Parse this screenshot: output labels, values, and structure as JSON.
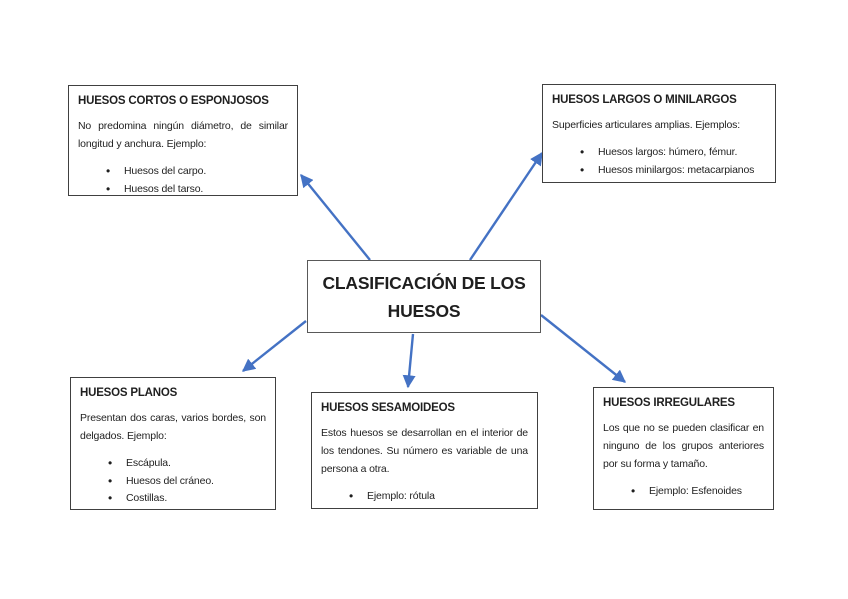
{
  "center_box": {
    "title": "CLASIFICACIÓN DE LOS HUESOS"
  },
  "boxes": {
    "cortos": {
      "title": "HUESOS CORTOS O ESPONJOSOS",
      "description": "No predomina ningún diámetro, de similar longitud y anchura. Ejemplo:",
      "bullets": [
        "Huesos del carpo.",
        "Huesos del tarso."
      ]
    },
    "largos": {
      "title": "HUESOS LARGOS O MINILARGOS",
      "description": "Superficies articulares amplias. Ejemplos:",
      "bullets": [
        "Huesos largos: húmero, fémur.",
        "Huesos minilargos: metacarpianos"
      ]
    },
    "planos": {
      "title": "HUESOS PLANOS",
      "description": "Presentan dos caras, varios bordes, son delgados. Ejemplo:",
      "bullets": [
        "Escápula.",
        "Huesos del cráneo.",
        "Costillas."
      ]
    },
    "sesamoideos": {
      "title": "HUESOS SESAMOIDEOS",
      "description": "Estos huesos se desarrollan en el interior de los tendones. Su número es variable de una persona a otra.",
      "bullets": [
        "Ejemplo: rótula"
      ]
    },
    "irregulares": {
      "title": "HUESOS IRREGULARES",
      "description": "Los que no se pueden clasificar en ninguno de los grupos anteriores por su forma y tamaño.",
      "bullets": [
        "Ejemplo: Esfenoides"
      ]
    }
  },
  "colors": {
    "arrow_blue": "#4472C4",
    "box_border": "#404040",
    "center_box_border": "#595959",
    "text": "#1f1f1f"
  }
}
